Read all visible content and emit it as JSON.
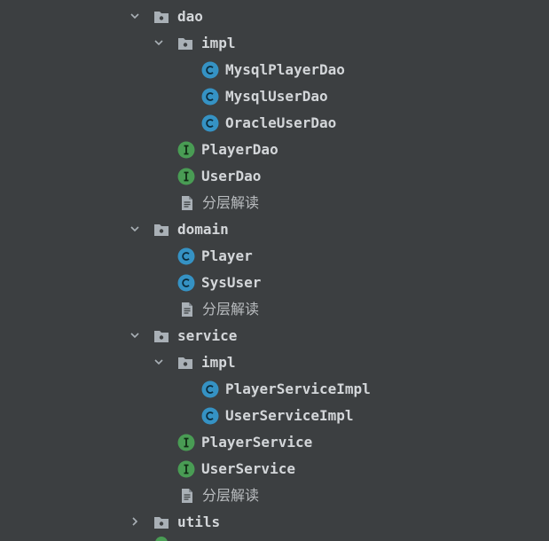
{
  "tree": {
    "nodes": [
      {
        "label": "dao",
        "type": "package",
        "expanded": true
      },
      {
        "label": "impl",
        "type": "package",
        "expanded": true
      },
      {
        "label": "MysqlPlayerDao",
        "type": "class",
        "icon": "class-icon",
        "badge": "C"
      },
      {
        "label": "MysqlUserDao",
        "type": "class",
        "icon": "class-icon",
        "badge": "C"
      },
      {
        "label": "OracleUserDao",
        "type": "class",
        "icon": "class-icon",
        "badge": "C"
      },
      {
        "label": "PlayerDao",
        "type": "interface",
        "icon": "interface-icon",
        "badge": "I"
      },
      {
        "label": "UserDao",
        "type": "interface",
        "icon": "interface-icon",
        "badge": "I"
      },
      {
        "label": "分层解读",
        "type": "text-file",
        "icon": "text-file-icon"
      },
      {
        "label": "domain",
        "type": "package",
        "expanded": true
      },
      {
        "label": "Player",
        "type": "class",
        "icon": "class-icon",
        "badge": "C"
      },
      {
        "label": "SysUser",
        "type": "class",
        "icon": "class-icon",
        "badge": "C"
      },
      {
        "label": "分层解读",
        "type": "text-file",
        "icon": "text-file-icon"
      },
      {
        "label": "service",
        "type": "package",
        "expanded": true
      },
      {
        "label": "impl",
        "type": "package",
        "expanded": true
      },
      {
        "label": "PlayerServiceImpl",
        "type": "class",
        "icon": "class-icon",
        "badge": "C"
      },
      {
        "label": "UserServiceImpl",
        "type": "class",
        "icon": "class-icon",
        "badge": "C"
      },
      {
        "label": "PlayerService",
        "type": "interface",
        "icon": "interface-icon",
        "badge": "I"
      },
      {
        "label": "UserService",
        "type": "interface",
        "icon": "interface-icon",
        "badge": "I"
      },
      {
        "label": "分层解读",
        "type": "text-file",
        "icon": "text-file-icon"
      },
      {
        "label": "utils",
        "type": "package",
        "expanded": false
      }
    ]
  },
  "colors": {
    "background": "#3c3f41",
    "text": "#d3d6d9",
    "class_badge": "#3592c4",
    "interface_badge": "#499c54",
    "folder": "#a9b0b6"
  }
}
